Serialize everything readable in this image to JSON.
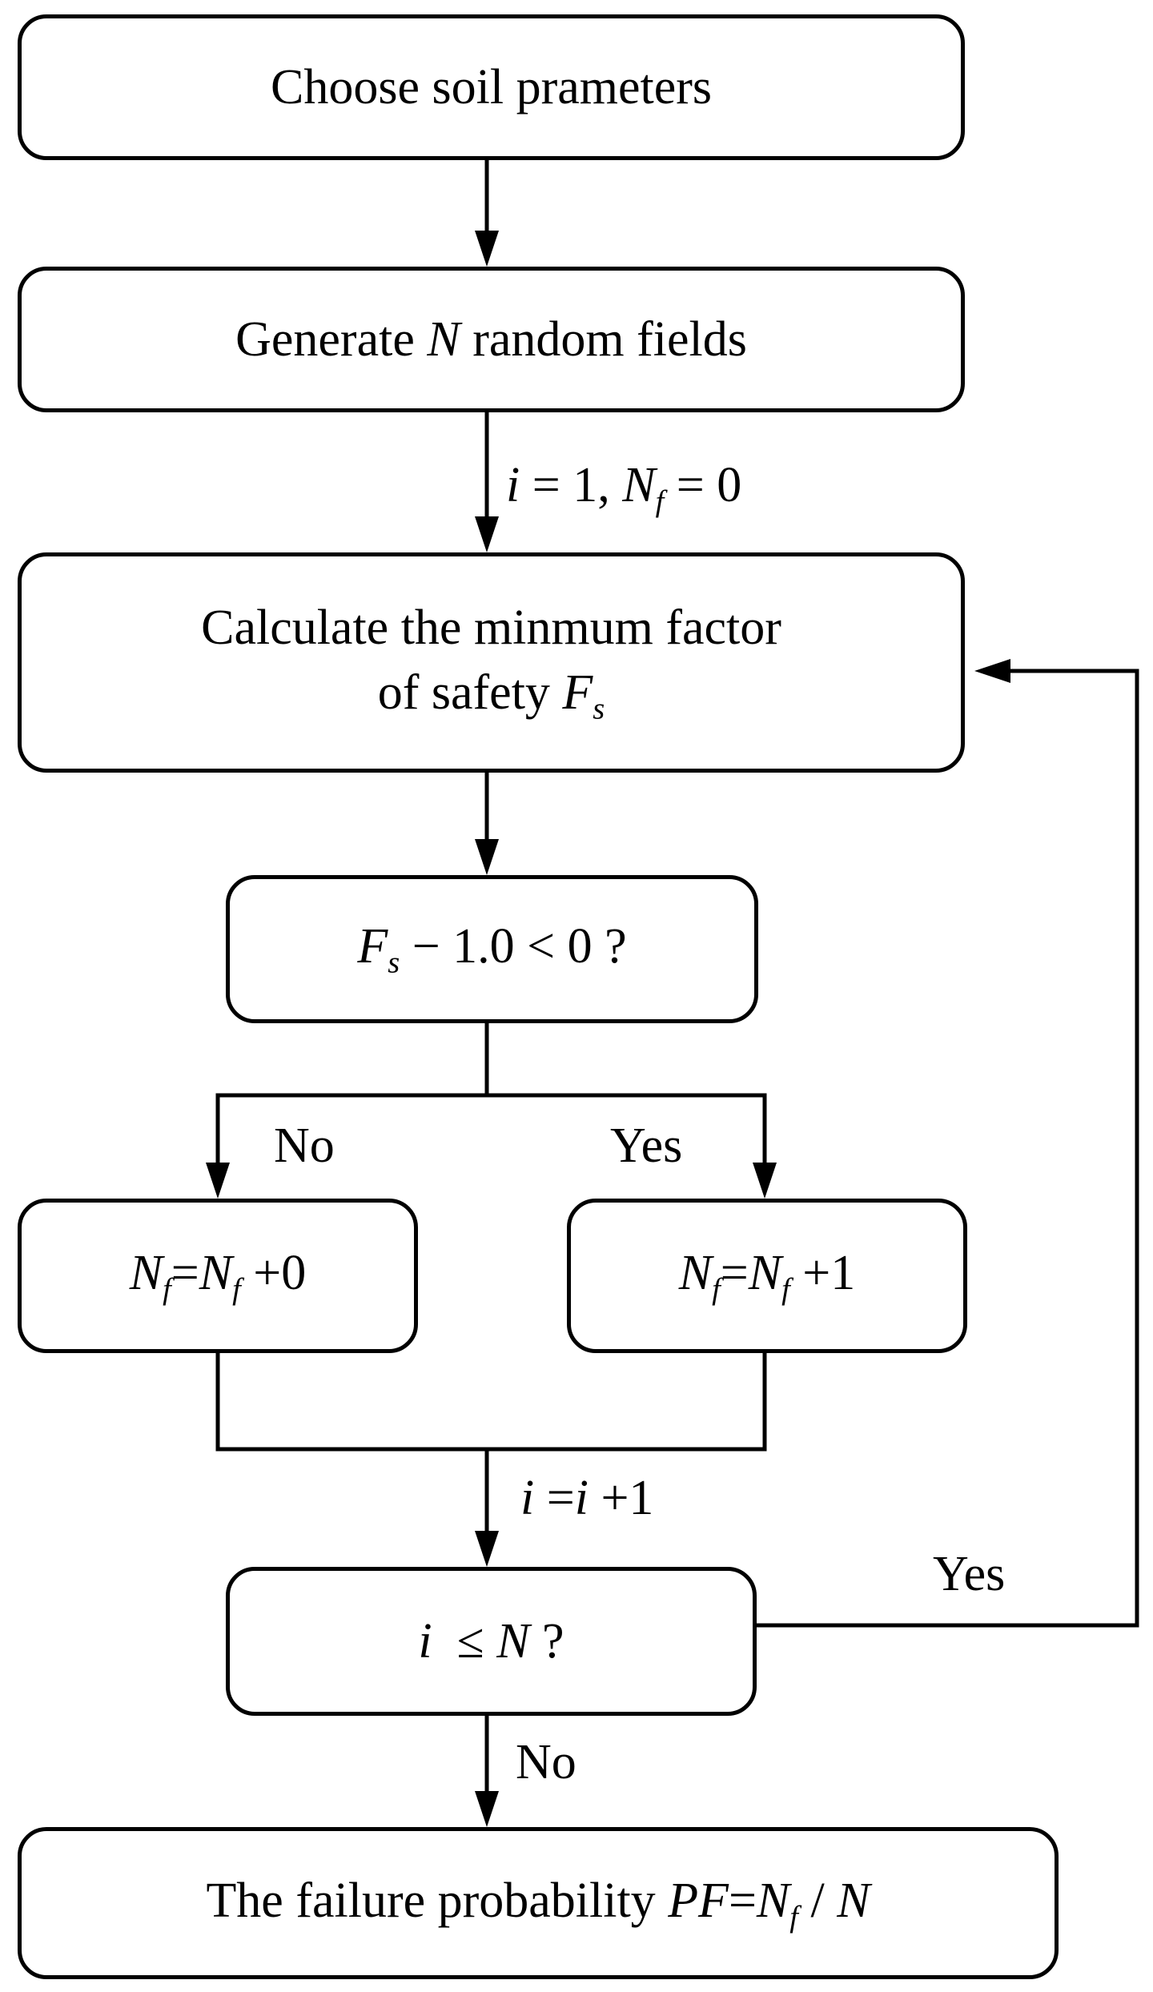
{
  "steps": {
    "choose": "Choose soil prameters",
    "generate": {
      "pre": "Generate ",
      "var": "N",
      "post": " random fields"
    },
    "calculate": {
      "line1": "Calculate the minmum factor",
      "line2": "of safety ",
      "var": "F",
      "sub": "s"
    },
    "decision_fs": {
      "var": "F",
      "sub": "s",
      "rest": " − 1.0 < 0 ?"
    },
    "no_branch": {
      "var1": "N",
      "sub1": "f",
      "eq": "=",
      "var2": "N",
      "sub2": "f",
      "rest": " +0"
    },
    "yes_branch": {
      "var1": "N",
      "sub1": "f",
      "eq": "=",
      "var2": "N",
      "sub2": "f",
      "rest": " +1"
    },
    "decision_i": {
      "var1": "i",
      "op": "  ≤ ",
      "var2": "N",
      "rest": " ?"
    },
    "result": {
      "pre": "The failure probability ",
      "var1": "PF",
      "eq": "=",
      "var2": "N",
      "sub": "f",
      "slash": " / ",
      "var3": "N"
    }
  },
  "labels": {
    "init": {
      "var1": "i",
      "mid": " = 1, ",
      "var2": "N",
      "sub": "f",
      "rest": " = 0"
    },
    "no_left": "No",
    "yes_right": "Yes",
    "increment": {
      "var1": "i",
      "eq": " =",
      "var2": "i",
      "rest": " +1"
    },
    "yes_loop": "Yes",
    "no_down": "No"
  }
}
